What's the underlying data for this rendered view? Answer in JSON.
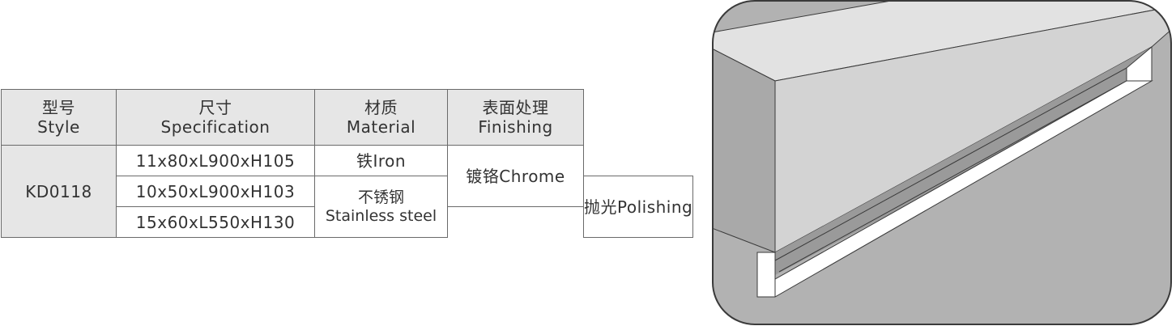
{
  "table": {
    "headers": [
      {
        "cn": "型号",
        "en": "Style"
      },
      {
        "cn": "尺寸",
        "en": "Specification"
      },
      {
        "cn": "材质",
        "en": "Material"
      },
      {
        "cn": "表面处理",
        "en": "Finishing"
      }
    ],
    "style": "KD0118",
    "specifications": [
      "11x80xL900xH105",
      "10x50xL900xH103",
      "15x60xL550xH130"
    ],
    "materials": [
      {
        "text": "铁Iron"
      },
      {
        "cn": "不锈钢",
        "en": "Stainless steel"
      }
    ],
    "finishings": [
      "镀铬Chrome",
      "抛光Polishing"
    ]
  },
  "colors": {
    "header_bg": "#e6e6e6",
    "border": "#6a6a6a",
    "text": "#333333",
    "frame_bg": "#b2b2b2",
    "handle_front": "#d3d3d3",
    "handle_top": "#e2e2e2"
  }
}
